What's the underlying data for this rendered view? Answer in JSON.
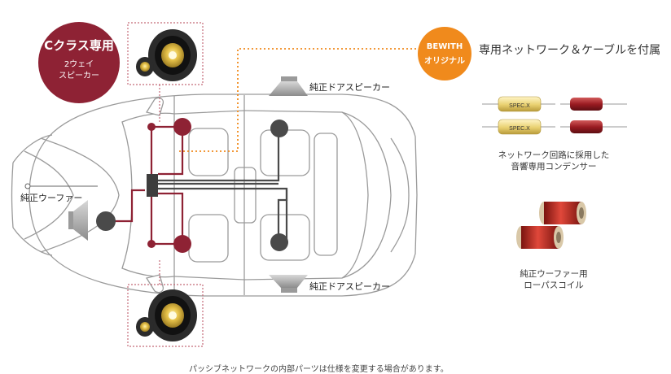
{
  "badge_c_class": {
    "title": "Cクラス専用",
    "line1": "2ウェイ",
    "line2": "スピーカー"
  },
  "badge_bewith": {
    "line1": "BEWITH",
    "line2": "オリジナル"
  },
  "headline": "専用ネットワーク＆ケーブルを付属",
  "labels": {
    "door_speaker_top": "純正ドアスピーカー",
    "door_speaker_bottom": "純正ドアスピーカー",
    "woofer": "純正ウーファー"
  },
  "capacitor": {
    "print": "SPEC.X",
    "caption_line1": "ネットワーク回路に採用した",
    "caption_line2": "音響専用コンデンサー"
  },
  "coil": {
    "caption_line1": "純正ウーファー用",
    "caption_line2": "ローパスコイル"
  },
  "footer_note": "パッシブネットワークの内部パーツは仕様を変更する場合があります。",
  "colors": {
    "brand_red": "#8e2234",
    "accent_orange": "#f08a1c",
    "stock_gray": "#555555"
  }
}
